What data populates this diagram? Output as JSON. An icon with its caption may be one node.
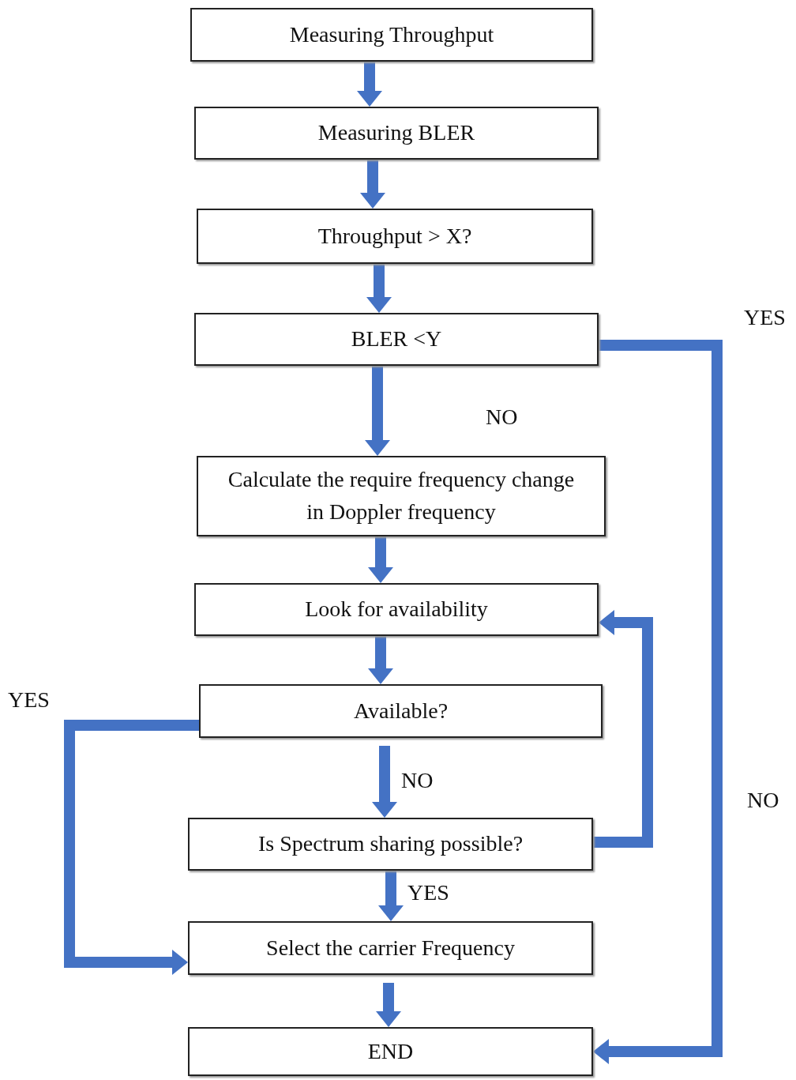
{
  "diagram": {
    "nodes": [
      {
        "text": [
          "Measuring Throughput"
        ]
      },
      {
        "text": [
          "Measuring BLER"
        ]
      },
      {
        "text": [
          "Throughput > X?"
        ]
      },
      {
        "text": [
          "BLER <Y"
        ]
      },
      {
        "text": [
          "Calculate the require frequency change in Doppler frequency"
        ]
      },
      {
        "text": [
          "Look for availability"
        ]
      },
      {
        "text": [
          "Available?"
        ]
      },
      {
        "text": [
          "Is Spectrum sharing possible?"
        ]
      },
      {
        "text": [
          "Select the carrier Frequency"
        ]
      },
      {
        "text": [
          "END"
        ]
      }
    ],
    "edges": [
      {
        "from": 0,
        "to": 1,
        "arrow": "to"
      },
      {
        "from": 1,
        "to": 2,
        "arrow": "to"
      },
      {
        "from": 2,
        "to": 3,
        "arrow": "to"
      },
      {
        "from": 3,
        "to": 4,
        "arrow": "to",
        "label": "NO"
      },
      {
        "from": 3,
        "to": 9,
        "arrow": "to",
        "label": "YES"
      },
      {
        "from": 4,
        "to": 5,
        "arrow": "to"
      },
      {
        "from": 5,
        "to": 6,
        "arrow": "to"
      },
      {
        "from": 6,
        "to": 8,
        "arrow": "to",
        "label": "YES"
      },
      {
        "from": 6,
        "to": 7,
        "arrow": "to",
        "label": "NO"
      },
      {
        "from": 7,
        "to": 5,
        "arrow": "to"
      },
      {
        "from": 7,
        "to": 8,
        "arrow": "to",
        "label": "YES"
      },
      {
        "from": 8,
        "to": 9,
        "arrow": "to"
      }
    ],
    "labels": [
      "NO"
    ]
  }
}
